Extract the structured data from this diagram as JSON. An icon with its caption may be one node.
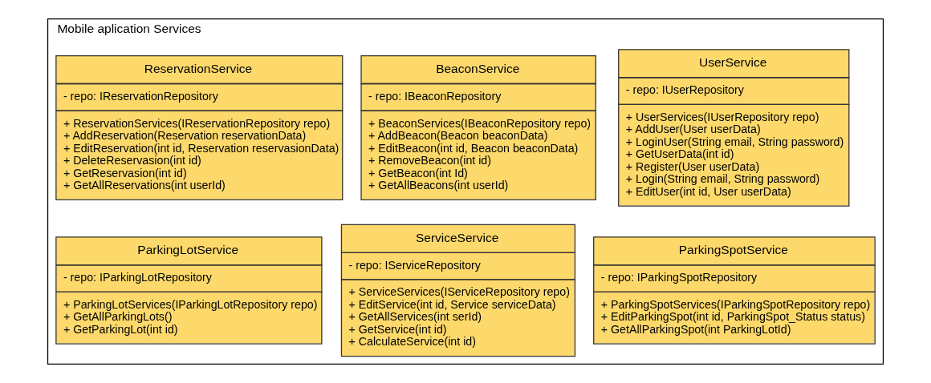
{
  "diagram": {
    "nodes": [
      {
        "text": [
          "Mobile aplication Services"
        ]
      },
      {
        "text": [
          "UserService",
          "- repo: IUserRepository",
          "+ UserServices(IUserRepository repo)",
          "+ AddUser(User userData)",
          "+ LoginUser(String email, String password)",
          "+ GetUserData(int id)",
          "+ Register(User userData)",
          "+ Login(String email, String password)",
          "+ EditUser(int id, User userData)"
        ],
        "in": 0
      },
      {
        "text": [
          "BeaconService",
          "- repo: IBeaconRepository",
          "+ BeaconServices(IBeaconRepository repo)",
          "+ AddBeacon(Beacon beaconData)",
          "+ EditBeacon(int id, Beacon beaconData)",
          "+ RemoveBeacon(int id)",
          "+ GetBeacon(int Id)",
          "+ GetAllBeacons(int userId)"
        ],
        "in": 0
      },
      {
        "text": [
          "ReservationService",
          "- repo: IReservationRepository",
          "+ ReservationServices(IReservationRepository repo)",
          "+ AddReservation(Reservation reservationData)",
          "+ EditReservation(int id, Reservation reservasionData)",
          "+ DeleteReservasion(int id)",
          "+ GetReservasion(int id)",
          "+ GetAllReservations(int userId)"
        ],
        "in": 0
      },
      {
        "text": [
          "ParkingSpotService",
          "- repo: IParkingSpotRepository",
          "+ ParkingSpotServices(IParkingSpotRepository repo)",
          "+ EditParkingSpot(int id, ParkingSpot_Status status)",
          "+ GetAllParkingSpot(int ParkingLotId)"
        ],
        "in": 0
      },
      {
        "text": [
          "ServiceService",
          "- repo: IServiceRepository",
          "+ ServiceServices(IServiceRepository repo)",
          "+ EditService(int id, Service serviceData)",
          "+ GetAllServices(int serId)",
          "+ GetService(int id)",
          "+ CalculateService(int id)"
        ],
        "in": 0
      },
      {
        "text": [
          "ParkingLotService",
          "- repo: IParkingLotRepository",
          "+ ParkingLotServices(IParkingLotRepository repo)",
          "+ GetAllParkingLots()",
          "+ GetParkingLot(int id)"
        ],
        "in": 0
      }
    ],
    "edges": []
  }
}
